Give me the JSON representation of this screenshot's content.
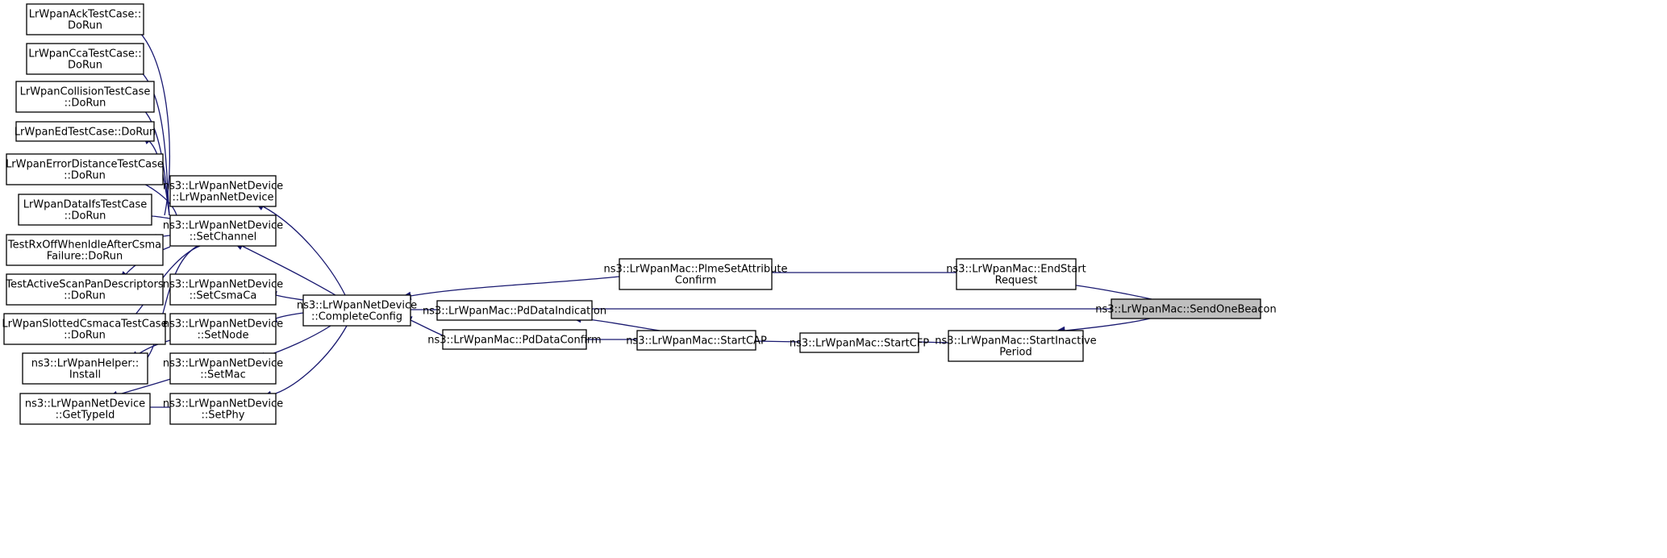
{
  "diagram": {
    "nodes": [
      {
        "id": "ack",
        "lines": [
          "LrWpanAckTestCase::",
          "DoRun"
        ]
      },
      {
        "id": "cca",
        "lines": [
          "LrWpanCcaTestCase::",
          "DoRun"
        ]
      },
      {
        "id": "coll",
        "lines": [
          "LrWpanCollisionTestCase",
          "::DoRun"
        ]
      },
      {
        "id": "ed",
        "lines": [
          "LrWpanEdTestCase::DoRun"
        ]
      },
      {
        "id": "errdist",
        "lines": [
          "LrWpanErrorDistanceTestCase",
          "::DoRun"
        ]
      },
      {
        "id": "ifs",
        "lines": [
          "LrWpanDataIfsTestCase",
          "::DoRun"
        ]
      },
      {
        "id": "rxoff",
        "lines": [
          "TestRxOffWhenIdleAfterCsma",
          "Failure::DoRun"
        ]
      },
      {
        "id": "scan",
        "lines": [
          "TestActiveScanPanDescriptors",
          "::DoRun"
        ]
      },
      {
        "id": "slotted",
        "lines": [
          "LrWpanSlottedCsmacaTestCase",
          "::DoRun"
        ]
      },
      {
        "id": "install",
        "lines": [
          "ns3::LrWpanHelper::",
          "Install"
        ]
      },
      {
        "id": "gettype",
        "lines": [
          "ns3::LrWpanNetDevice",
          "::GetTypeId"
        ]
      },
      {
        "id": "ctor",
        "lines": [
          "ns3::LrWpanNetDevice",
          "::LrWpanNetDevice"
        ]
      },
      {
        "id": "setchan",
        "lines": [
          "ns3::LrWpanNetDevice",
          "::SetChannel"
        ]
      },
      {
        "id": "setcsma",
        "lines": [
          "ns3::LrWpanNetDevice",
          "::SetCsmaCa"
        ]
      },
      {
        "id": "setnode",
        "lines": [
          "ns3::LrWpanNetDevice",
          "::SetNode"
        ]
      },
      {
        "id": "setmac",
        "lines": [
          "ns3::LrWpanNetDevice",
          "::SetMac"
        ]
      },
      {
        "id": "setphy",
        "lines": [
          "ns3::LrWpanNetDevice",
          "::SetPhy"
        ]
      },
      {
        "id": "complete",
        "lines": [
          "ns3::LrWpanNetDevice",
          "::CompleteConfig"
        ]
      },
      {
        "id": "pdind",
        "lines": [
          "ns3::LrWpanMac::PdDataIndication"
        ]
      },
      {
        "id": "pdconf",
        "lines": [
          "ns3::LrWpanMac::PdDataConfirm"
        ]
      },
      {
        "id": "plme",
        "lines": [
          "ns3::LrWpanMac::PlmeSetAttribute",
          "Confirm"
        ]
      },
      {
        "id": "cap",
        "lines": [
          "ns3::LrWpanMac::StartCAP"
        ]
      },
      {
        "id": "cfp",
        "lines": [
          "ns3::LrWpanMac::StartCFP"
        ]
      },
      {
        "id": "endstart",
        "lines": [
          "ns3::LrWpanMac::EndStart",
          "Request"
        ]
      },
      {
        "id": "inactive",
        "lines": [
          "ns3::LrWpanMac::StartInactive",
          "Period"
        ]
      },
      {
        "id": "beacon",
        "lines": [
          "ns3::LrWpanMac::SendOneBeacon"
        ],
        "highlight": true
      }
    ],
    "edges": [
      {
        "from": "setchan",
        "to": "ack"
      },
      {
        "from": "setchan",
        "to": "cca"
      },
      {
        "from": "setchan",
        "to": "coll"
      },
      {
        "from": "setchan",
        "to": "ed"
      },
      {
        "from": "setchan",
        "to": "errdist"
      },
      {
        "from": "setchan",
        "to": "ifs"
      },
      {
        "from": "setchan",
        "to": "rxoff"
      },
      {
        "from": "setchan",
        "to": "scan"
      },
      {
        "from": "setchan",
        "to": "slotted"
      },
      {
        "from": "setchan",
        "to": "install"
      },
      {
        "from": "setnode",
        "to": "install"
      },
      {
        "from": "setmac",
        "to": "gettype"
      },
      {
        "from": "setphy",
        "to": "gettype"
      },
      {
        "from": "complete",
        "to": "ctor"
      },
      {
        "from": "complete",
        "to": "setchan"
      },
      {
        "from": "complete",
        "to": "setcsma"
      },
      {
        "from": "complete",
        "to": "setnode"
      },
      {
        "from": "complete",
        "to": "setmac"
      },
      {
        "from": "complete",
        "to": "setphy"
      },
      {
        "from": "plme",
        "to": "complete"
      },
      {
        "from": "pdind",
        "to": "complete"
      },
      {
        "from": "pdconf",
        "to": "complete"
      },
      {
        "from": "cap",
        "to": "pdind"
      },
      {
        "from": "cap",
        "to": "pdconf"
      },
      {
        "from": "endstart",
        "to": "plme"
      },
      {
        "from": "cfp",
        "to": "cap"
      },
      {
        "from": "inactive",
        "to": "cfp"
      },
      {
        "from": "beacon",
        "to": "endstart"
      },
      {
        "from": "beacon",
        "to": "pdind"
      },
      {
        "from": "beacon",
        "to": "inactive"
      }
    ]
  }
}
